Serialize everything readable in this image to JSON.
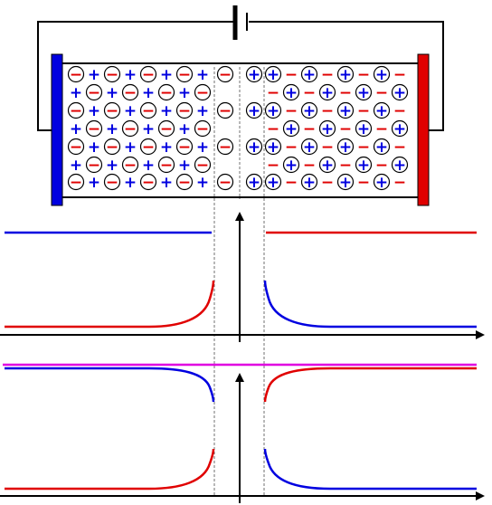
{
  "colors": {
    "negative": "#e00000",
    "positive": "#0000e0",
    "left_electrode": "#0000e0",
    "right_electrode": "#e00000",
    "equilibrium_line": "#e000e0",
    "wire": "#000000",
    "guide": "#707070"
  },
  "symbols": {
    "plus": "+",
    "minus": "−"
  },
  "cell": {
    "battery_icon": "battery-icon",
    "left_electrode_icon": "left-electrode-icon",
    "right_electrode_icon": "right-electrode-icon",
    "n_side": {
      "fixed_ion": "minus",
      "mobile_carrier": "plus",
      "row_pattern": [
        "ion-first",
        "carrier-first"
      ]
    },
    "depletion_left": {
      "fixed_ion": "minus"
    },
    "depletion_right": {
      "fixed_ion": "plus"
    },
    "p_side": {
      "fixed_ion": "plus",
      "mobile_carrier": "minus",
      "row_pattern": [
        "ion-first",
        "carrier-first"
      ]
    }
  },
  "graphs": [
    {
      "id": "carrier-concentration",
      "curves": [
        {
          "color": "blue",
          "segment": "left flat high"
        },
        {
          "color": "red",
          "segment": "left low rising near junction"
        },
        {
          "color": "red",
          "segment": "right flat high"
        },
        {
          "color": "blue",
          "segment": "right decaying from junction"
        }
      ]
    },
    {
      "id": "energy-level",
      "curves": [
        {
          "color": "magenta",
          "segment": "horizontal reference across"
        },
        {
          "color": "blue",
          "segment": "left top bending down at junction"
        },
        {
          "color": "red",
          "segment": "left bottom rising at junction"
        },
        {
          "color": "red",
          "segment": "right top bending up from junction"
        },
        {
          "color": "blue",
          "segment": "right bottom decaying"
        }
      ]
    }
  ]
}
